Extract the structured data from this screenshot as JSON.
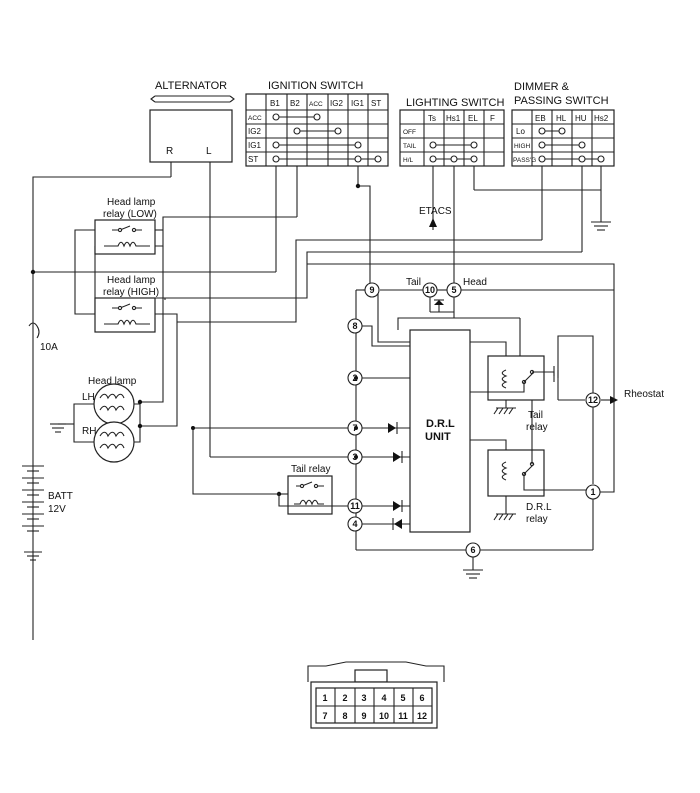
{
  "alternator": {
    "title": "ALTERNATOR",
    "r": "R",
    "l": "L"
  },
  "ignition": {
    "title": "IGNITION SWITCH",
    "cols": [
      "B1",
      "B2",
      "ACC",
      "IG2",
      "IG1",
      "ST"
    ],
    "rows": [
      "ACC",
      "IG2",
      "IG1",
      "ST"
    ]
  },
  "lighting": {
    "title": "LIGHTING SWITCH",
    "cols": [
      "Ts",
      "Hs1",
      "EL",
      "F"
    ],
    "rows": [
      "OFF",
      "TAIL",
      "H/L"
    ]
  },
  "dimmer": {
    "title_line1": "DIMMER &",
    "title_line2": "PASSING SWITCH",
    "cols": [
      "EB",
      "HL",
      "HU",
      "Hs2"
    ],
    "rows": [
      "Lo",
      "HIGH",
      "PASS'G"
    ]
  },
  "labels": {
    "relay_low_1": "Head lamp",
    "relay_low_2": "relay (LOW)",
    "relay_high_1": "Head lamp",
    "relay_high_2": "relay (HIGH)",
    "head_lamp": "Head lamp",
    "lh": "LH",
    "rh": "RH",
    "fuse": "10A",
    "batt": "BATT",
    "volt": "12V",
    "tail_relay_left": "Tail relay",
    "etacs": "ETACS",
    "tail": "Tail",
    "head": "Head",
    "drl1": "D.R.L",
    "drl2": "UNIT",
    "rheostat": "Rheostat",
    "tail_relay_r1": "Tail",
    "tail_relay_r2": "relay",
    "drl_relay_1": "D.R.L",
    "drl_relay_2": "relay"
  },
  "pins": {
    "p1": "1",
    "p2": "2",
    "p3": "3",
    "p4": "4",
    "p5": "5",
    "p6": "6",
    "p7": "7",
    "p8": "8",
    "p9": "9",
    "p10": "10",
    "p11": "11",
    "p12": "12"
  },
  "connector": {
    "top": [
      "1",
      "2",
      "3",
      "4",
      "5",
      "6"
    ],
    "bottom": [
      "7",
      "8",
      "9",
      "10",
      "11",
      "12"
    ]
  }
}
